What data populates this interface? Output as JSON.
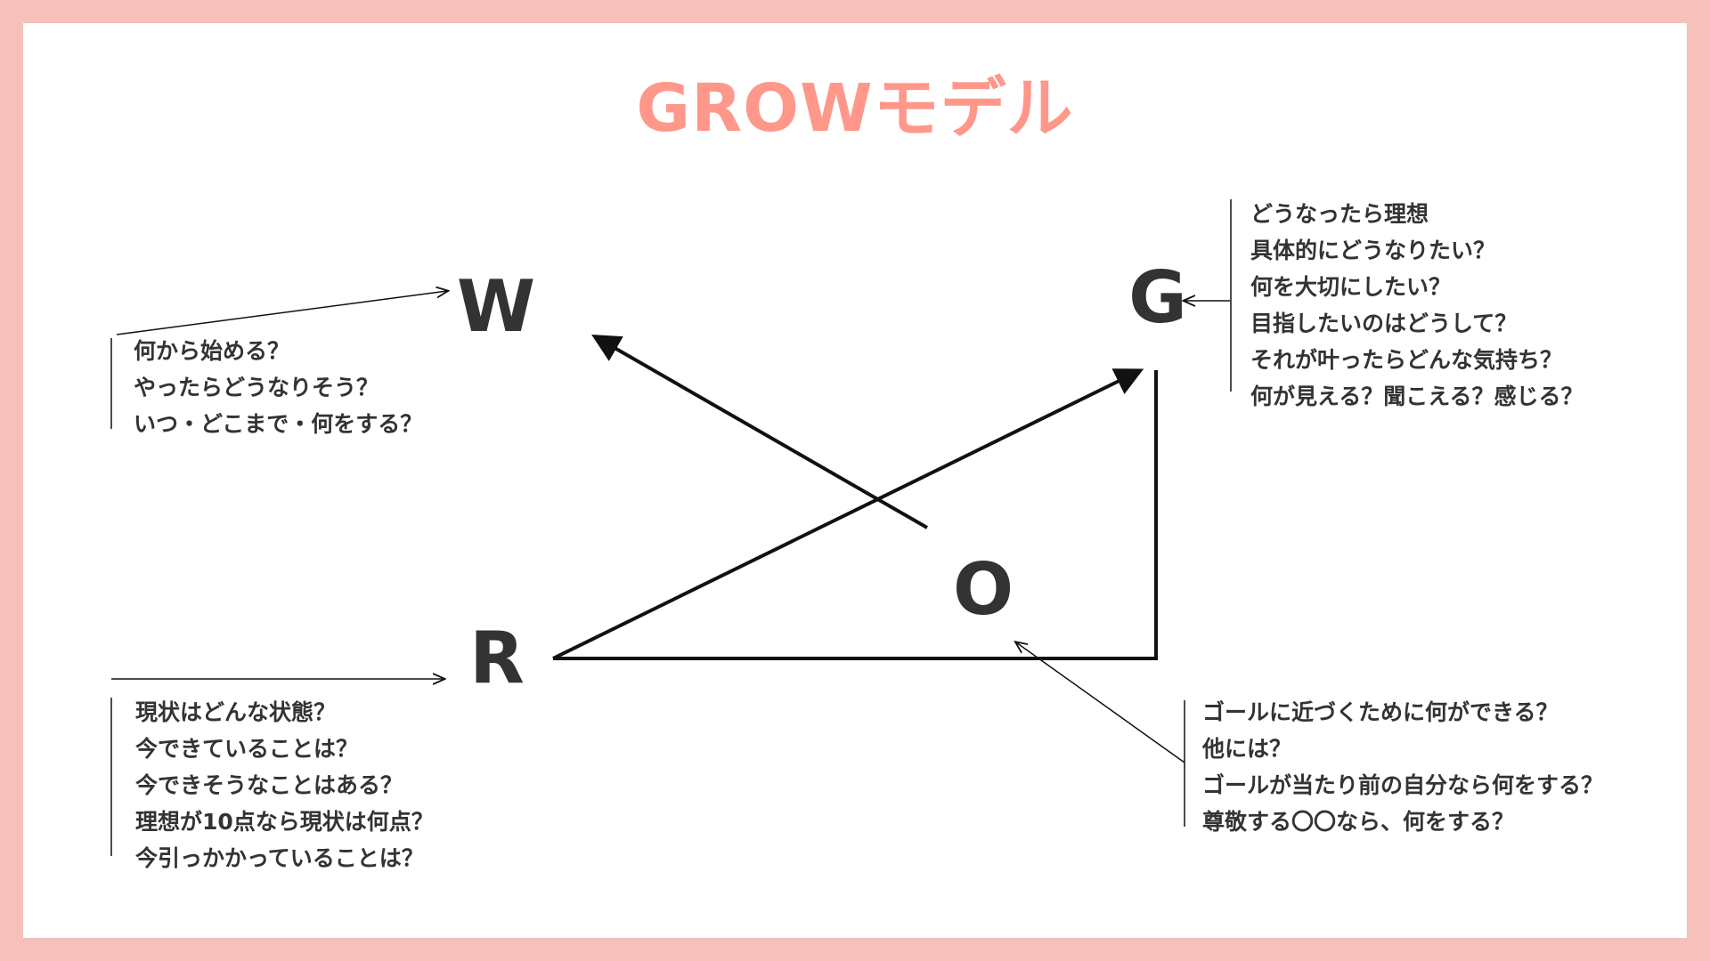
{
  "title": "GROWモデル",
  "letters": {
    "w": "W",
    "g": "G",
    "o": "O",
    "r": "R"
  },
  "questions": {
    "w": [
      "何から始める？",
      "やったらどうなりそう？",
      "いつ・どこまで・何をする？"
    ],
    "g": [
      "どうなったら理想",
      "具体的にどうなりたい？",
      "何を大切にしたい？",
      "目指したいのはどうして？",
      "それが叶ったらどんな気持ち？",
      "何が見える？聞こえる？感じる？"
    ],
    "r": [
      "現状はどんな状態？",
      "今できていることは？",
      "今できそうなことはある？",
      "理想が10点なら現状は何点？",
      "今引っかかっていることは？"
    ],
    "o": [
      "ゴールに近づくために何ができる？",
      "他には？",
      "ゴールが当たり前の自分なら何をする？",
      "尊敬する〇〇なら、何をする？"
    ]
  },
  "colors": {
    "border": "#f6c0bb",
    "title": "#ff978a",
    "text": "#333333"
  }
}
